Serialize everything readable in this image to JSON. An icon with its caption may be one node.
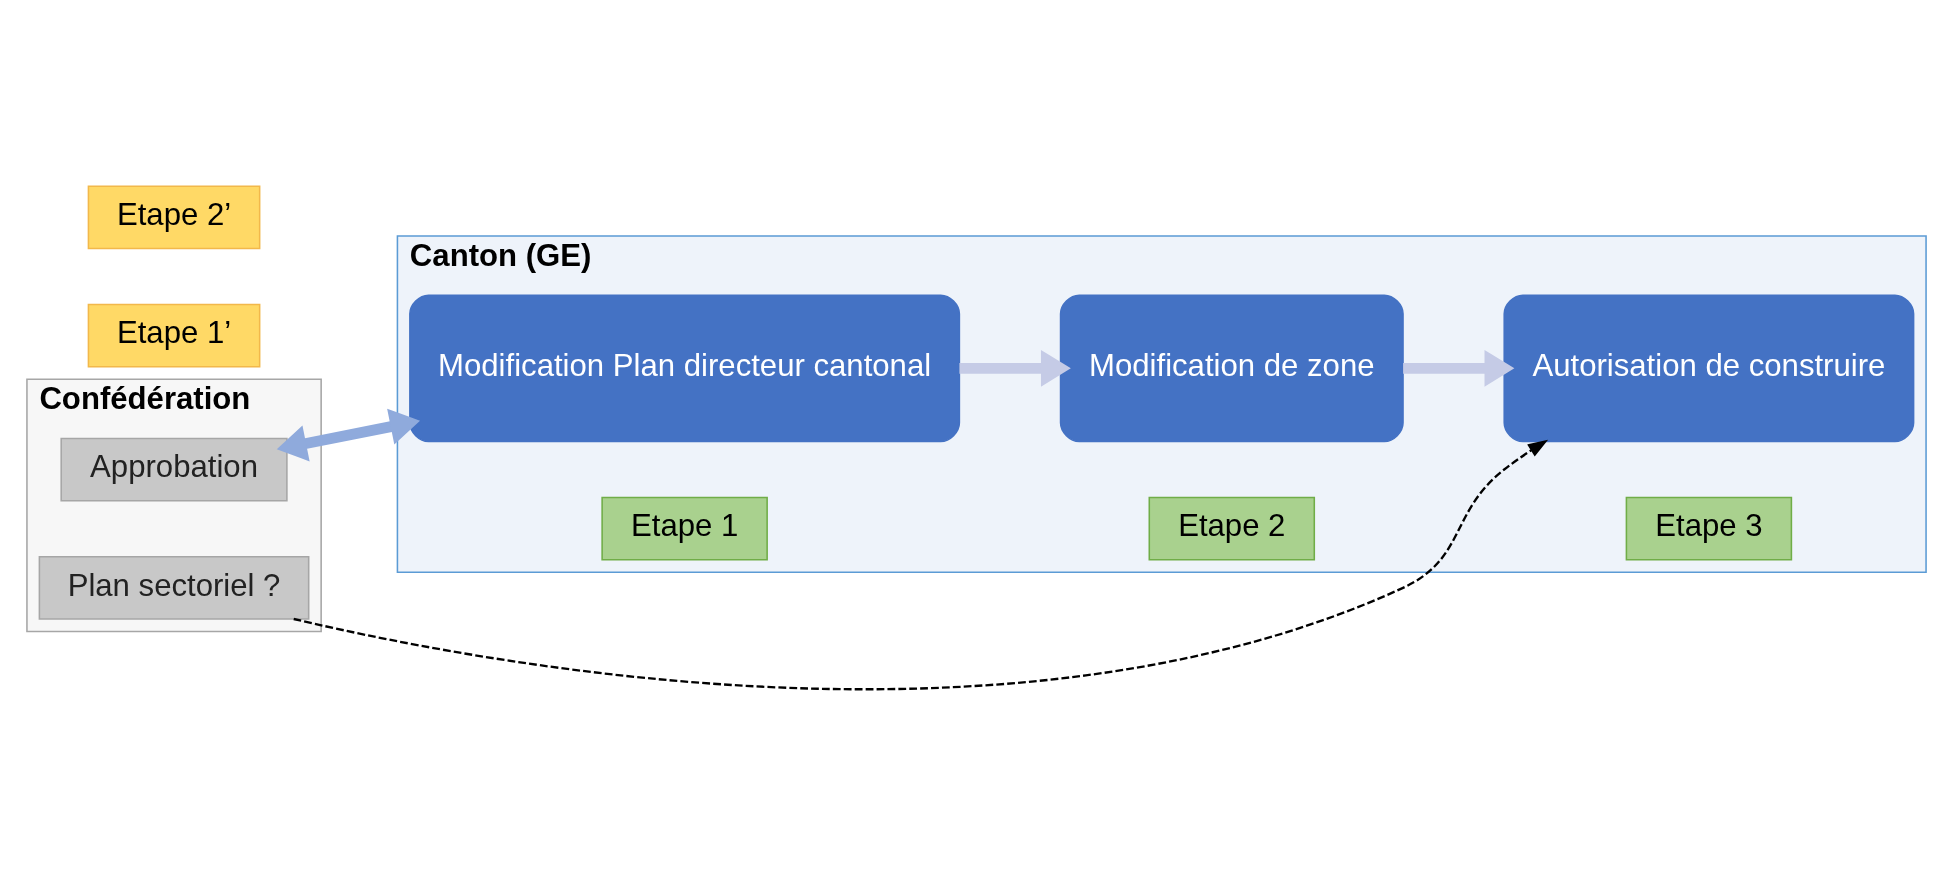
{
  "diagram": {
    "nodes": [
      {
        "text": [
          "Confédération"
        ]
      },
      {
        "text": [
          "Canton (GE)"
        ]
      },
      {
        "text": [
          "Approbation"
        ],
        "in": 0
      },
      {
        "text": [
          "Plan sectoriel ?"
        ],
        "in": 0
      },
      {
        "text": [
          "Etape 1’"
        ]
      },
      {
        "text": [
          "Modification Plan directeur cantonal"
        ],
        "in": 1
      },
      {
        "text": [
          "Etape 1"
        ],
        "in": 1
      },
      {
        "text": [
          "Modification de zone"
        ],
        "in": 1
      },
      {
        "text": [
          "Etape 2"
        ],
        "in": 1
      },
      {
        "text": [
          "Autorisation de construire"
        ],
        "in": 1
      },
      {
        "text": [
          "Etape 3"
        ],
        "in": 1
      },
      {
        "text": [
          "Etape 2’"
        ]
      }
    ],
    "edges": [
      {
        "from": 2,
        "to": 5,
        "arrow": "both",
        "color": "#8faadc"
      },
      {
        "from": 5,
        "to": 7,
        "arrow": "to",
        "color": "#c5cbe6"
      },
      {
        "from": 7,
        "to": 9,
        "arrow": "to",
        "color": "#c5cbe6"
      },
      {
        "from": 3,
        "to": 9,
        "arrow": "to",
        "style": "dashed",
        "color": "#000000"
      }
    ]
  }
}
